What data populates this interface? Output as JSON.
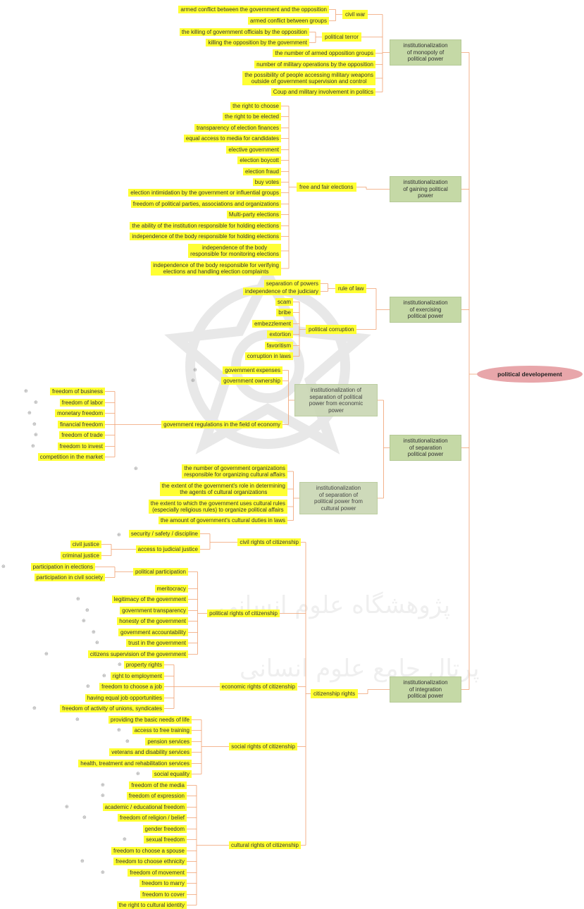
{
  "root": "political developement",
  "categories": {
    "monopoly": "institutionalization\nof monopoly of\npolitical power",
    "gaining": "institutionalization\nof gaining political\npower",
    "exercising": "institutionalization\nof exercising\npolitical power",
    "separation": "institutionalization\nof  separation\npolitical power",
    "sep_economic": "institutionalization of\nseparation of political\npower from economic\npower",
    "sep_cultural": "institutionalization\nof separation of\npolitical power from\ncultural power",
    "integration": "institutionalization\nof  integration\npolitical power"
  },
  "monopoly": {
    "civil_war": "civil war",
    "civil_war_items": [
      "armed conflict between the government and the opposition",
      "armed conflict between groups"
    ],
    "political_terror": "political terror",
    "political_terror_items": [
      "the killing of government officials by the opposition",
      "killing the opposition by the government"
    ],
    "direct_items": [
      "the number of armed opposition groups",
      "number of military operations by the opposition",
      "the possibility of people accessing military weapons\noutside of government supervision and control",
      "Coup and military involvement in politics"
    ]
  },
  "gaining": {
    "free_fair": "free and fair elections",
    "items": [
      "the right to choose",
      "the right to be elected",
      "transparency of election finances",
      "equal access to media for candidates",
      "elective government",
      "election boycott",
      "election fraud",
      "buy votes",
      "election intimidation by the government or influential groups",
      "freedom of political parties, associations and organizations",
      "Multi-party elections",
      "the ability of the institution responsible for holding elections",
      "independence of the body responsible for holding elections",
      "independence of the body\nresponsible for monitoring elections",
      "independence of the body responsible for verifying\nelections and handling election complaints"
    ]
  },
  "exercising": {
    "rule_of_law": "rule of law",
    "rule_items": [
      "separation of powers",
      "independence of the judiciary"
    ],
    "corruption": "political corruption",
    "corruption_items": [
      "scam",
      "bribe",
      "embezzlement",
      "extortion",
      "favoritism",
      "corruption in laws"
    ]
  },
  "economic": {
    "direct_items": [
      "government expenses",
      "government ownership"
    ],
    "regulations": "government regulations in the field of economy",
    "regulation_items": [
      "freedom of business",
      "freedom of labor",
      "monetary freedom",
      "financial freedom",
      "freedom of trade",
      "freedom to invest",
      "competition in the market"
    ]
  },
  "cultural": {
    "items": [
      "the number of government organizations\nresponsible for organizing cultural affairs",
      "the extent of the government's role in determining\nthe agents of cultural organizations",
      "the extent to which the government uses cultural rules\n(especially religious rules) to organize political affairs",
      "the amount of government's cultural duties in laws"
    ]
  },
  "citizenship": {
    "label": "citizenship rights",
    "civil": {
      "label": "civil rights of citizenship",
      "security": "security / safety / discipline",
      "judicial": "access to judicial justice",
      "judicial_items": [
        "civil justice",
        "criminal justice"
      ]
    },
    "political": {
      "label": "political rights of citizenship",
      "participation": "political participation",
      "participation_items": [
        "participation in elections",
        "participation in civil society"
      ],
      "items": [
        "meritocracy",
        "legitimacy of the government",
        "government transparency",
        "honesty of the government",
        "government accountability",
        "trust in the government",
        "citizens supervision of the government"
      ]
    },
    "economic": {
      "label": "economic rights of citizenship",
      "items": [
        "property rights",
        "right to employment",
        "freedom to choose a job",
        "having equal job opportunities",
        "freedom of activity of unions, syndicates"
      ]
    },
    "social": {
      "label": "social rights of citizenship",
      "items": [
        "providing the basic needs of life",
        "access to free training",
        "pension services",
        "veterans and disability services",
        "health, treatment and rehabilitation services",
        "social equality"
      ]
    },
    "cultural_rights": {
      "label": "cultural rights of citizenship",
      "items": [
        "freedom of the media",
        "freedom of expression",
        "academic / educational freedom",
        "freedom of religion / belief",
        "gender freedom",
        "sexual freedom",
        "freedom to choose a spouse",
        "freedom to choose ethnicity",
        "freedom of movement",
        "freedom to marry",
        "freedom to cover",
        "the right to cultural identity"
      ]
    }
  },
  "colors": {
    "leaf": "#ffff33",
    "category": "#c5d9a6",
    "root": "#e8a6aa",
    "connector": "#f0a070"
  }
}
